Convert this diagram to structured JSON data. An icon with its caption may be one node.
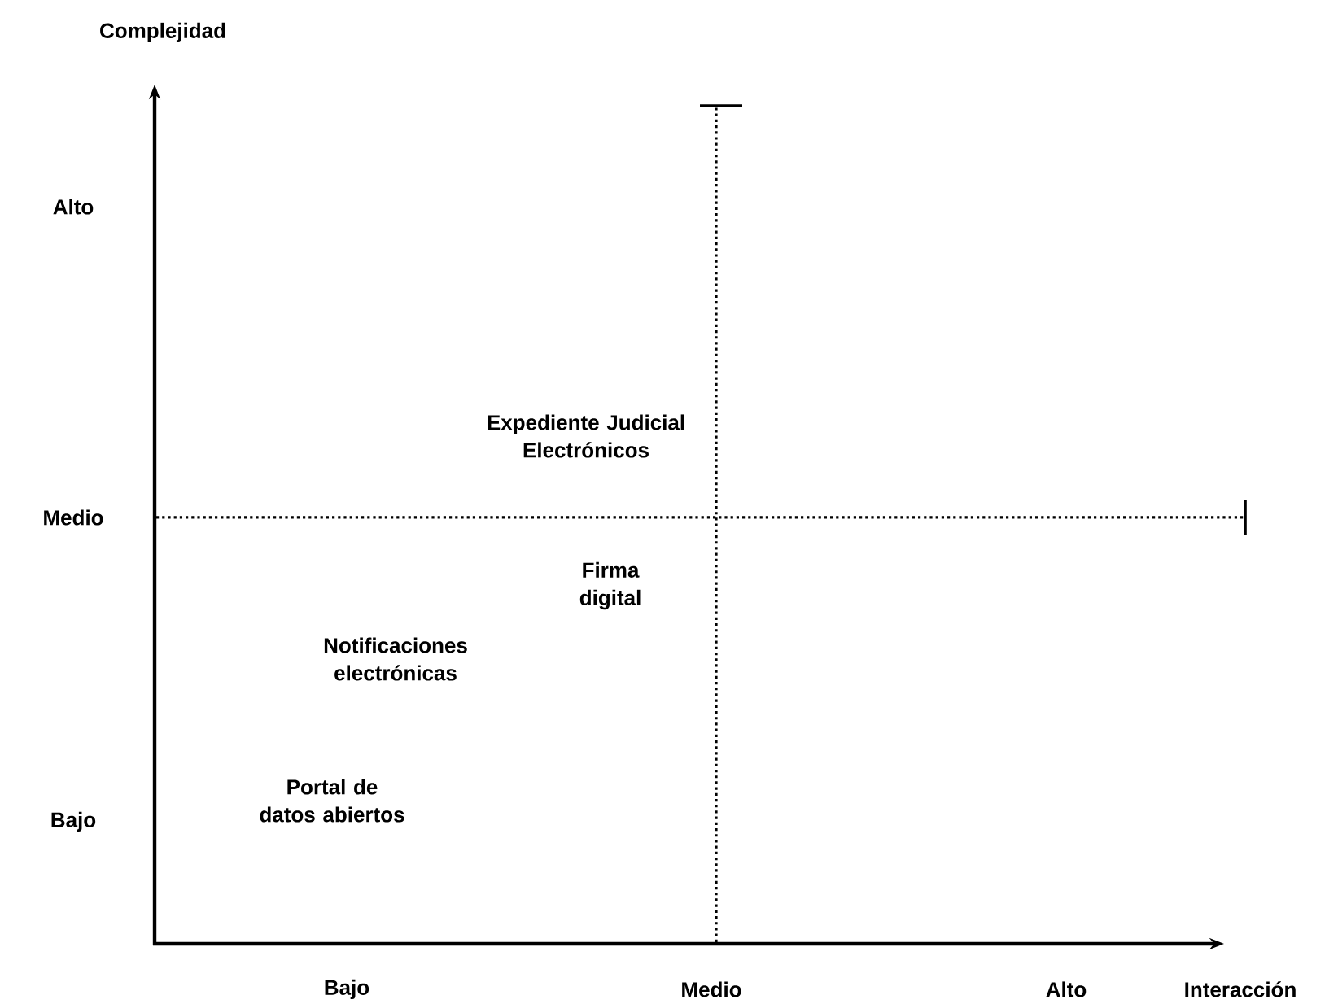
{
  "diagram": {
    "labels": [
      "Complejidad",
      "Alto",
      "Expediente Judicial Electrónicos",
      "Medio",
      "Firma digital",
      "Notificaciones electrónicas",
      "Bajo",
      "Portal de datos abiertos",
      "Bajo",
      "Medio",
      "Alto",
      "Interacción"
    ]
  }
}
